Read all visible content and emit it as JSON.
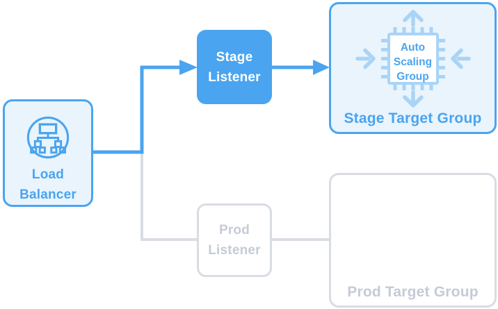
{
  "nodes": {
    "load_balancer": {
      "label": "Load Balancer",
      "icon": "load-balancer-icon"
    },
    "stage_listener": {
      "label": "Stage Listener"
    },
    "prod_listener": {
      "label": "Prod Listener"
    },
    "stage_target_group": {
      "label": "Stage Target Group",
      "chip_label": "Auto Scaling Group",
      "icon": "auto-scaling-group-chip-icon"
    },
    "prod_target_group": {
      "label": "Prod Target Group"
    }
  },
  "edges": [
    {
      "from": "load_balancer",
      "to": "stage_listener",
      "style": "active",
      "arrow": true
    },
    {
      "from": "stage_listener",
      "to": "stage_target_group",
      "style": "active",
      "arrow": true
    },
    {
      "from": "load_balancer",
      "to": "prod_listener",
      "style": "inactive",
      "arrow": false
    },
    {
      "from": "prod_listener",
      "to": "prod_target_group",
      "style": "inactive",
      "arrow": false
    }
  ],
  "colors": {
    "accent_blue": "#4aa4ef",
    "light_blue_fill": "#e9f4fd",
    "soft_blue": "#a9d4f6",
    "inactive_border": "#d8dce3",
    "inactive_text": "#c5cbd6",
    "white": "#ffffff"
  }
}
